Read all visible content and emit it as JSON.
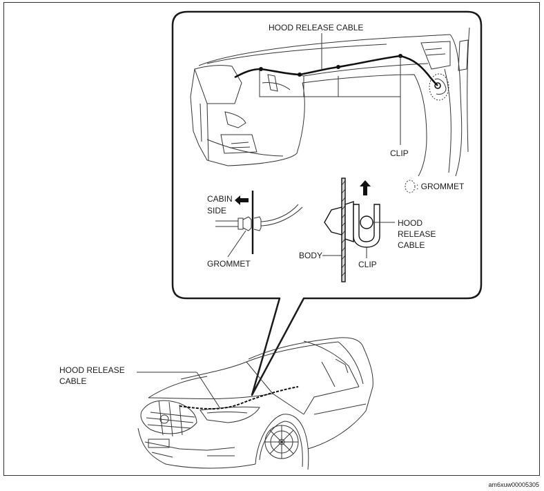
{
  "labels": {
    "hood_release_cable_top": "HOOD RELEASE CABLE",
    "clip_top": "CLIP",
    "grommet_legend": ": GROMMET",
    "cabin": "CABIN",
    "side": "SIDE",
    "grommet_detail": "GROMMET",
    "body": "BODY",
    "clip_detail": "CLIP",
    "hood": "HOOD",
    "release": "RELEASE",
    "cable": "CABLE",
    "hood_release_left": "HOOD RELEASE",
    "cable_left": "CABLE"
  },
  "figure_code": "am6xuw00005305",
  "colors": {
    "line": "#1a1a1a",
    "background": "#ffffff",
    "fill_gray": "#d9d9d9"
  },
  "icons": {
    "arrow_up": "arrow-up-icon",
    "arrow_left": "arrow-left-icon"
  }
}
